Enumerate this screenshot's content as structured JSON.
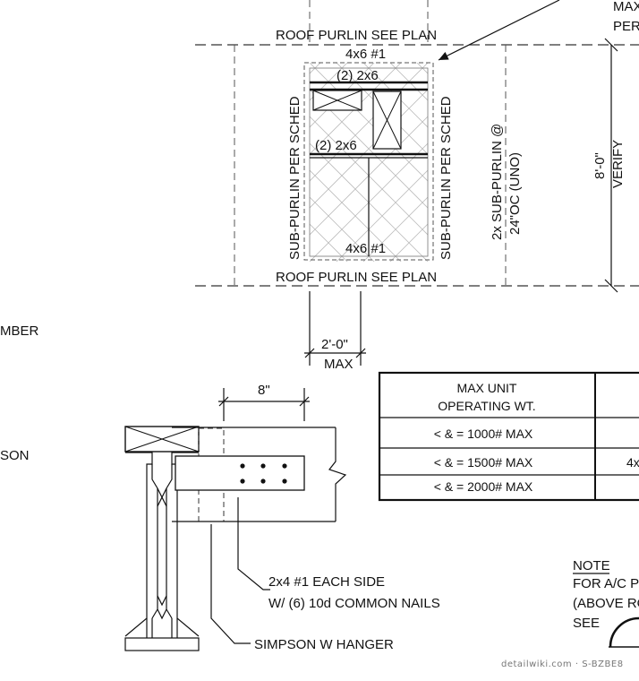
{
  "plan": {
    "max_partial": "MAX",
    "per_partial": "PER",
    "roof_purlin_top": "ROOF PURLIN SEE PLAN",
    "roof_purlin_bottom": "ROOF PURLIN SEE PLAN",
    "label_4x6_top": "4x6 #1",
    "label_2x6_top": "(2) 2x6",
    "label_2x6_mid": "(2) 2x6",
    "label_4x6_bottom": "4x6 #1",
    "sub_purlin_left": "SUB-PURLIN PER SCHED",
    "sub_purlin_right": "SUB-PURLIN PER SCHED",
    "sub_purlin_2x": "2x SUB-PURLIN @",
    "sub_purlin_oc": "24\"OC (UNO)",
    "dim_height": "8'-0\"",
    "dim_height_note": "VERIFY",
    "dim_width": "2'-0\"",
    "dim_width_note": "MAX"
  },
  "detail": {
    "left_partial_1": "MBER",
    "left_partial_2": "SON",
    "dim_8": "8\"",
    "callout_nails_1": "2x4 #1 EACH SIDE",
    "callout_nails_2": "W/ (6) 10d COMMON NAILS",
    "callout_hanger": "SIMPSON W HANGER"
  },
  "table": {
    "header_1": "MAX UNIT",
    "header_2": "OPERATING WT.",
    "rows": [
      {
        "weight": "<  &  = 1000# MAX",
        "partial": ""
      },
      {
        "weight": "<  &  = 1500# MAX",
        "partial": "4x"
      },
      {
        "weight": "<  &  = 2000# MAX",
        "partial": ""
      }
    ]
  },
  "note": {
    "title": "NOTE",
    "line_1": "FOR A/C P",
    "line_2": "(ABOVE RO",
    "line_3": "SEE"
  },
  "watermark": "detailwiki.com · S-BZBE8"
}
